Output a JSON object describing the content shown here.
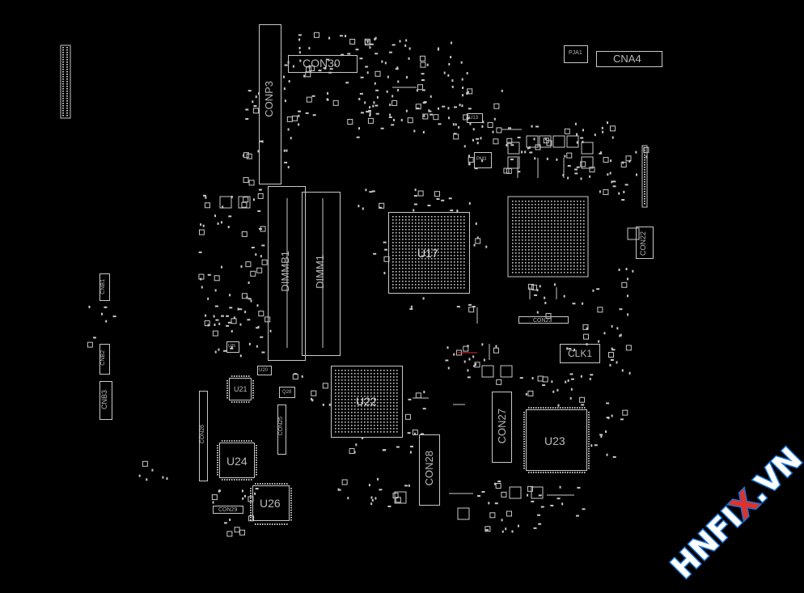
{
  "labels": {
    "con30": "CON30",
    "conp3": "CONP3",
    "pja1": "PJA1",
    "cna4": "CNA4",
    "u17": "U17",
    "dimmb1": "DIMMB1",
    "dimm1": "DIMM1",
    "u22": "U22",
    "u23": "U23",
    "u24": "U24",
    "u26": "U26",
    "u21": "U21",
    "clk1": "CLK1",
    "con27": "CON27",
    "con28": "CON28",
    "con22": "CON22",
    "con23": "CON23",
    "con26": "CON26",
    "con25": "CON25",
    "con29": "CON29",
    "cnb3": "CNB3",
    "cnb1": "CNB1",
    "cnb2": "CNB2",
    "pm3": "PM3",
    "u13": "U13",
    "q28": "Q28",
    "u20": "U20",
    "u25": "U25"
  },
  "watermark": {
    "prefix": "HNFI",
    "accent_letter": "X",
    "suffix": ".VN",
    "accent_color": "#e0312b",
    "text_color": "#ffffff",
    "band_color": "#1a74d6"
  },
  "colors": {
    "background": "#000000",
    "silkscreen": "#c8c8c8"
  }
}
